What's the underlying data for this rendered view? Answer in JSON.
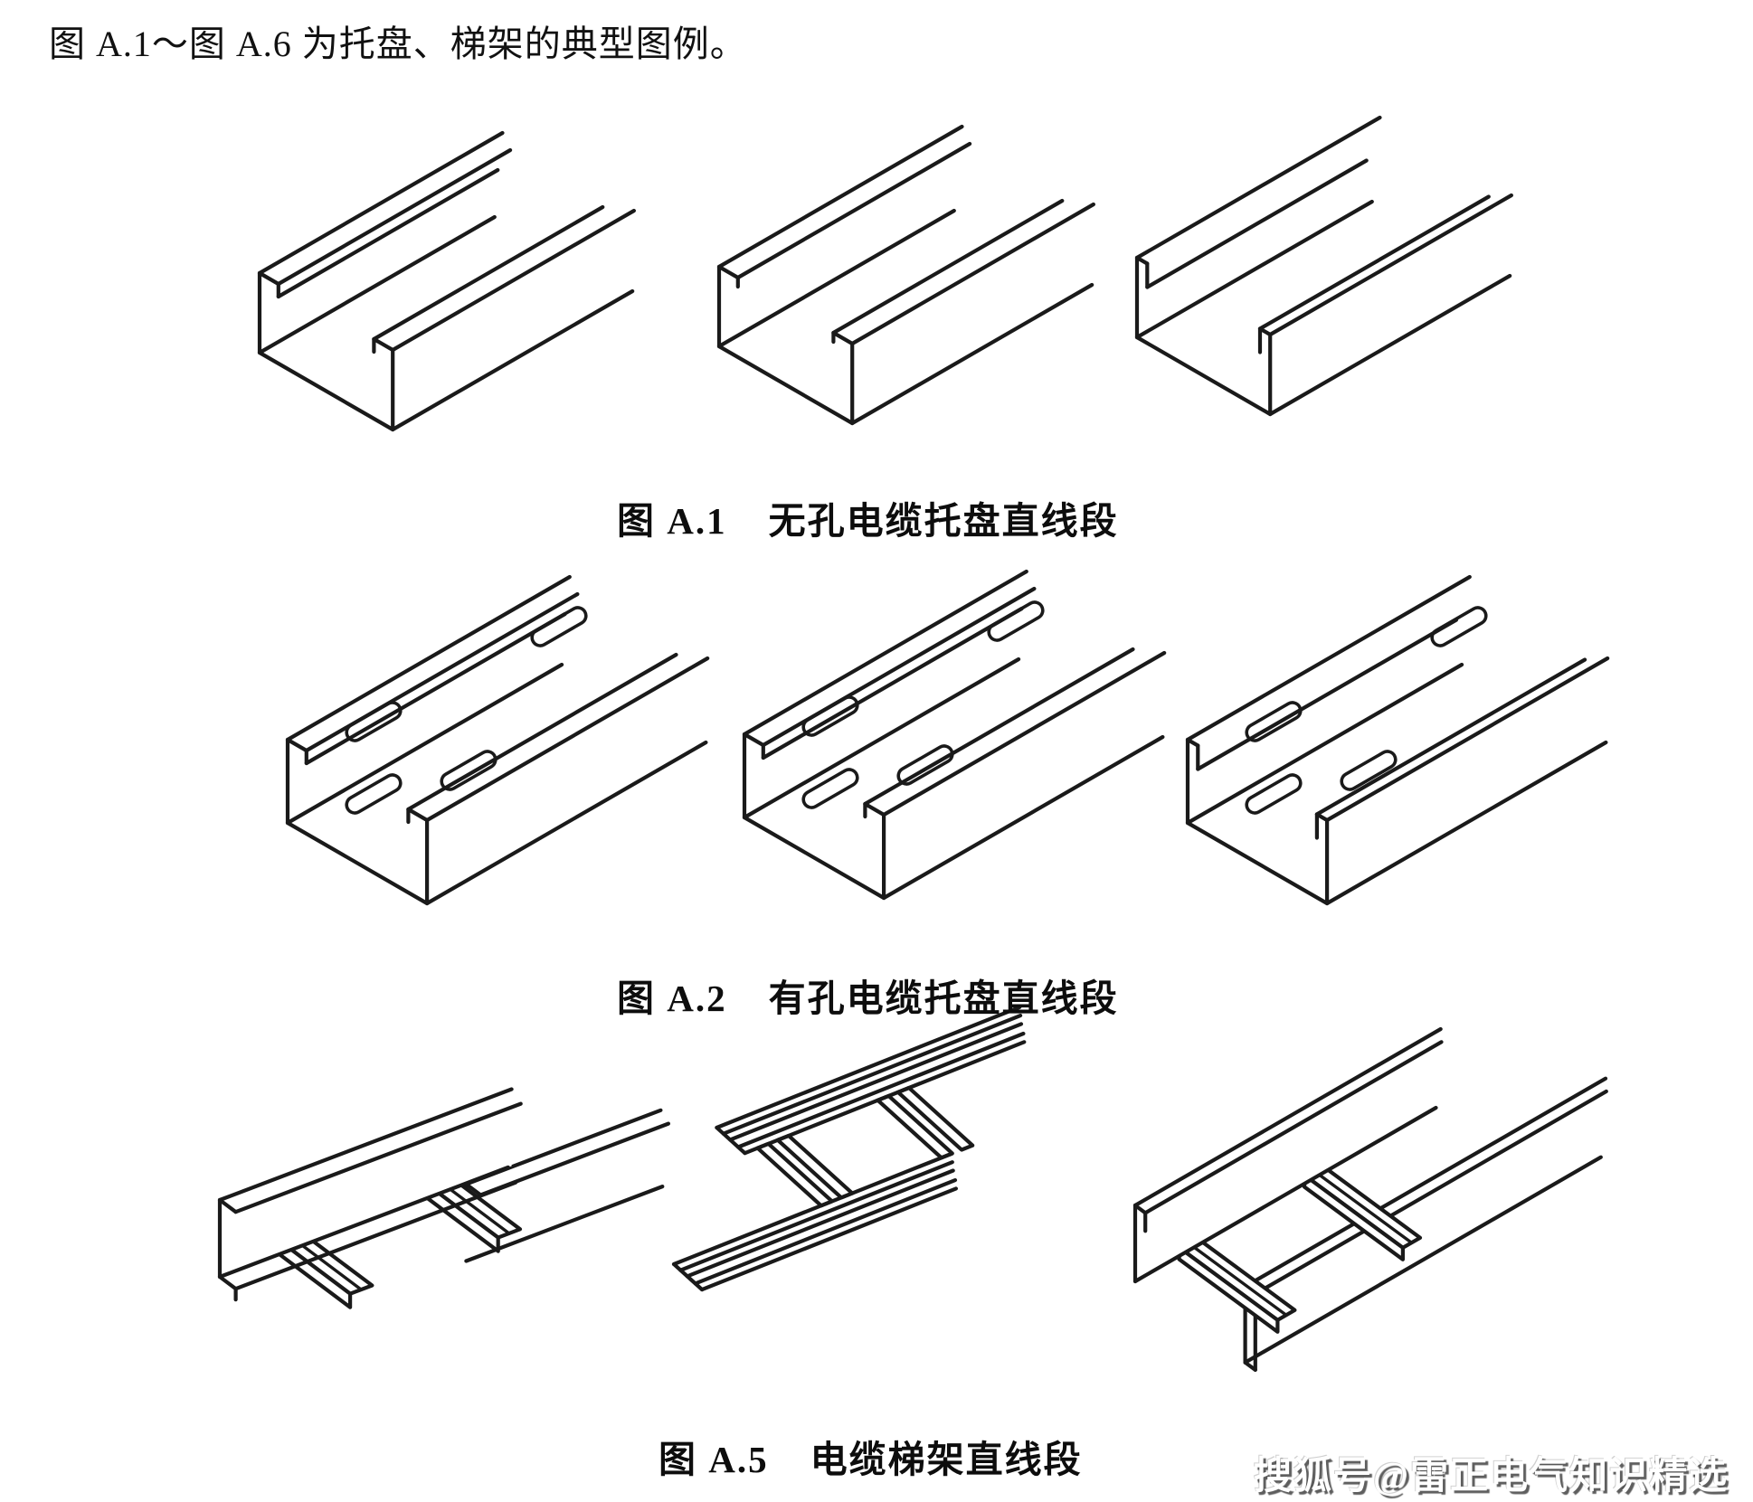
{
  "page": {
    "background": "#ffffff",
    "line_color": "#1a1a1a"
  },
  "header": {
    "text": "图 A.1～图 A.6 为托盘、梯架的典型图例。"
  },
  "figures": [
    {
      "id": "A.1",
      "label": "图 A.1",
      "title": "无孔电缆托盘直线段",
      "drawings": [
        "unperforated-cable-tray-1",
        "unperforated-cable-tray-2",
        "unperforated-cable-tray-3"
      ]
    },
    {
      "id": "A.2",
      "label": "图 A.2",
      "title": "有孔电缆托盘直线段",
      "drawings": [
        "perforated-cable-tray-1",
        "perforated-cable-tray-2",
        "perforated-cable-tray-3"
      ]
    },
    {
      "id": "A.5",
      "label": "图 A.5",
      "title": "电缆梯架直线段",
      "drawings": [
        "cable-ladder-1",
        "cable-ladder-2",
        "cable-ladder-3"
      ]
    }
  ],
  "watermark": {
    "text": "搜狐号@雷正电气知识精选",
    "color": "#ffffff",
    "shadow_color": "#4a4a4a"
  }
}
